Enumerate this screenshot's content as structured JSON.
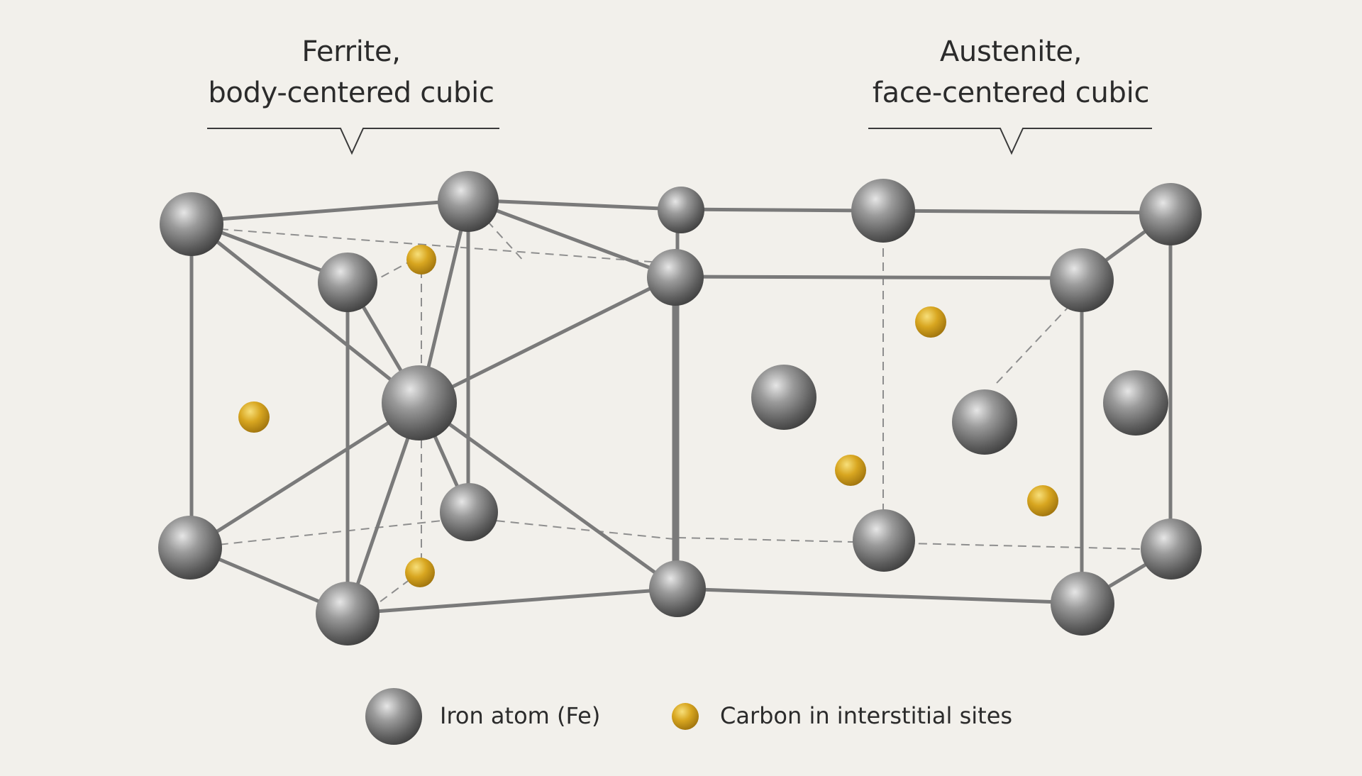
{
  "titles": {
    "ferrite_line1": "Ferrite,",
    "ferrite_line2": "body-centered cubic",
    "austenite_line1": "Austenite,",
    "austenite_line2": "face-centered cubic"
  },
  "legend": {
    "iron_label": "Iron atom (Fe)",
    "carbon_label": "Carbon in interstitial sites"
  },
  "colors": {
    "background": "#f2f0eb",
    "iron": "#7d7d7d",
    "carbon": "#d4a21c",
    "bond": "#7a7a7a"
  }
}
